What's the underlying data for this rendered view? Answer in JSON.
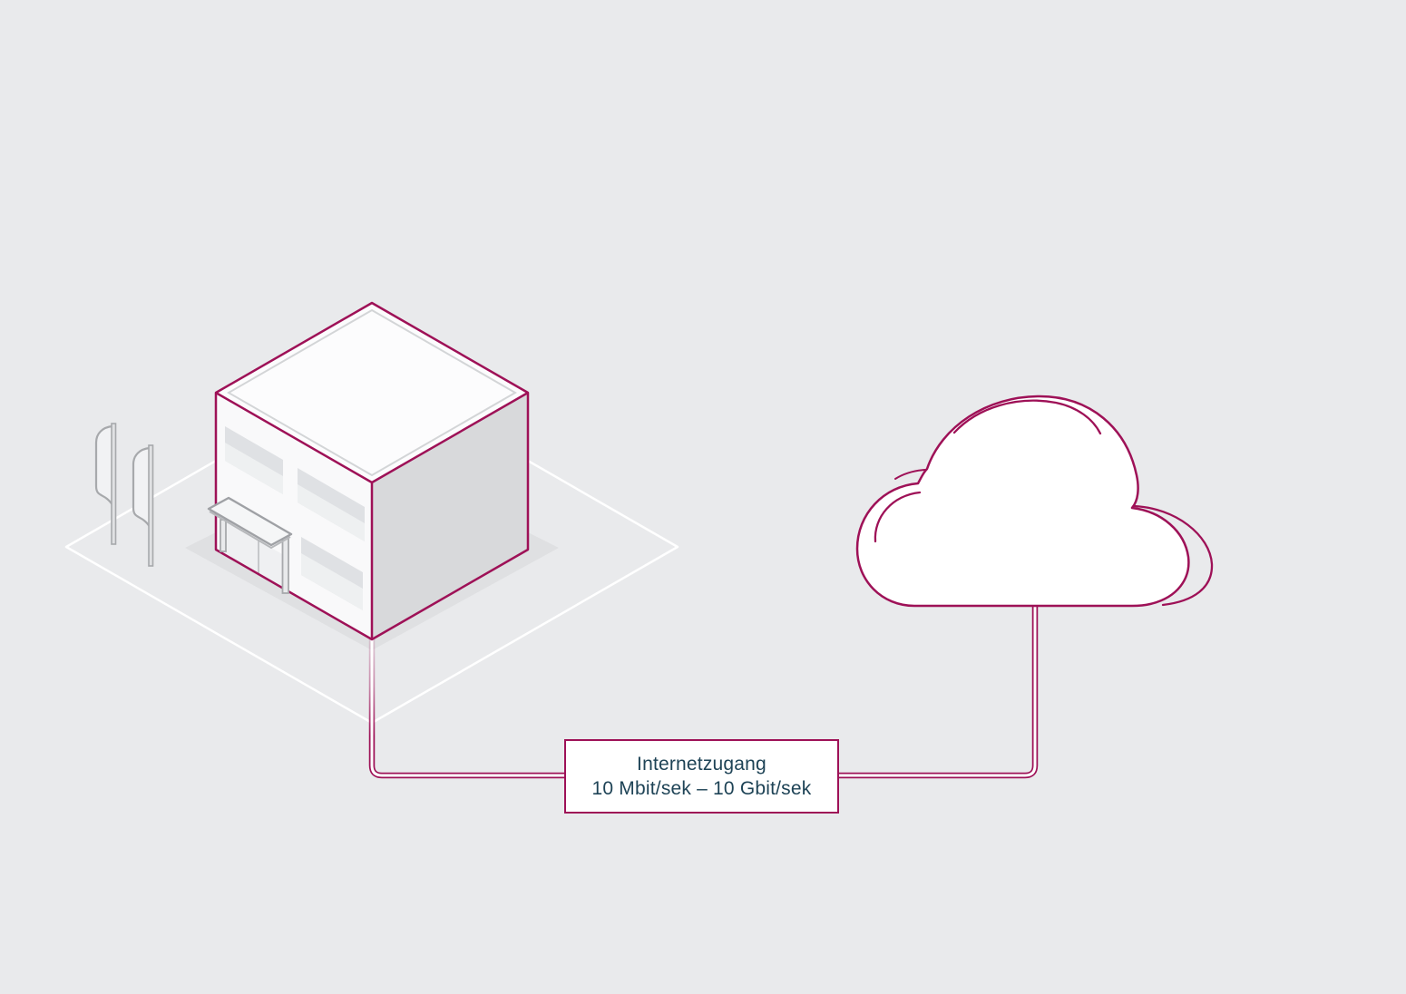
{
  "colors": {
    "background": "#e9eaec",
    "accent": "#9e1157",
    "label_text": "#1e4356",
    "building_face_light": "#f9f9fa",
    "building_face_dark": "#d8d9db",
    "ground_shadow": "#dfe0e2",
    "detail_gray": "#a7a9ac",
    "white": "#ffffff"
  },
  "label_box": {
    "line1": "Internetzugang",
    "line2": "10 Mbit/sek – 10 Gbit/sek"
  },
  "icons": {
    "building": "office-building-icon",
    "cloud": "internet-cloud-icon",
    "flags": "banner-flags-icon",
    "connection": "network-cable-line",
    "plot": "ground-plot-outline"
  }
}
